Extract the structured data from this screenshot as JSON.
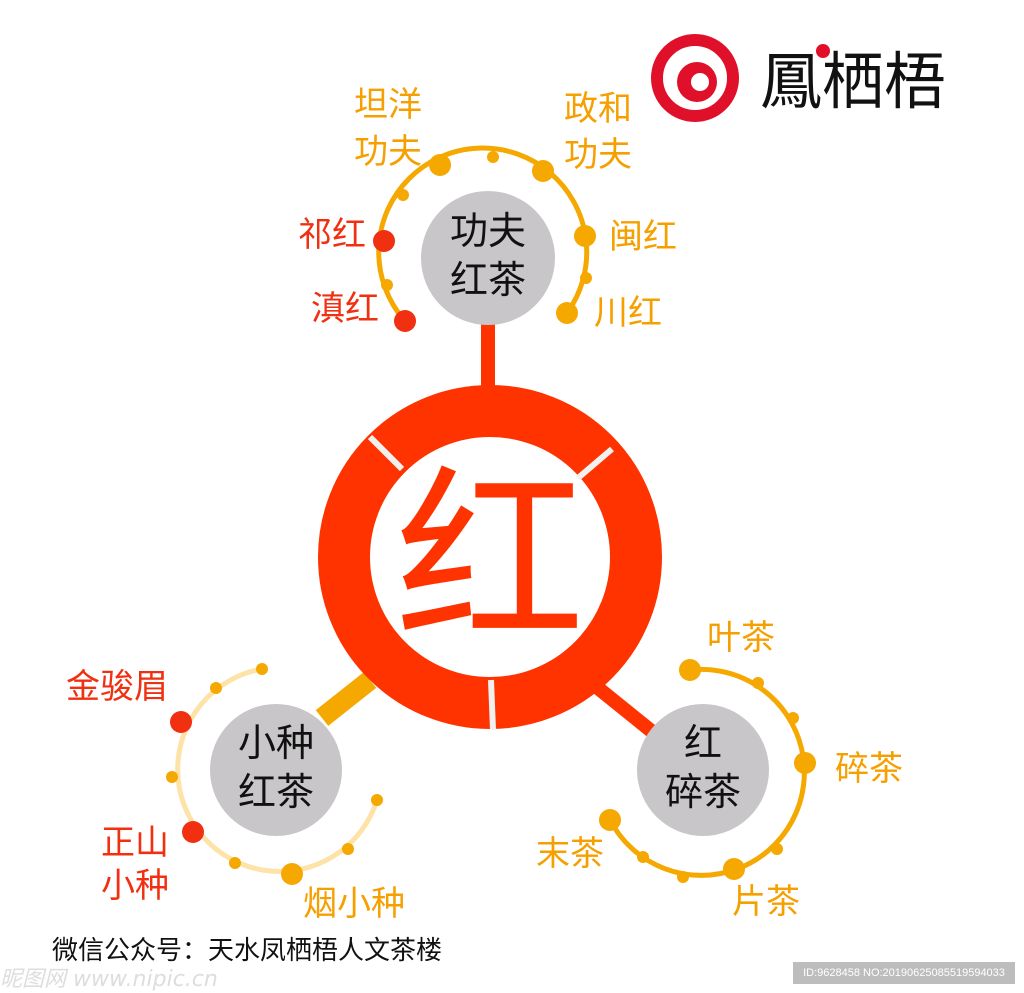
{
  "colors": {
    "red": "#ff3300",
    "orange": "#f5a800",
    "pale_orange": "#fde3a8",
    "node_gray": "#c8c6c8"
  },
  "logo": {
    "text": "鳳栖梧"
  },
  "center": {
    "label": "红"
  },
  "nodes": {
    "top": {
      "line1": "功夫",
      "line2": "红茶",
      "items": [
        "坦洋功夫",
        "政和功夫",
        "祁红",
        "闽红",
        "滇红",
        "川红"
      ]
    },
    "left": {
      "line1": "小种",
      "line2": "红茶",
      "items": [
        "金骏眉",
        "正山小种",
        "烟小种"
      ]
    },
    "right": {
      "line1": "红",
      "line2": "碎茶",
      "items": [
        "叶茶",
        "碎茶",
        "片茶",
        "末茶"
      ]
    }
  },
  "labels": {
    "tanyang": [
      "坦洋",
      "功夫"
    ],
    "zhenghe": [
      "政和",
      "功夫"
    ],
    "qihong": "祁红",
    "minhong": "闽红",
    "dianhong": "滇红",
    "chuanhong": "川红",
    "jinjunmei": "金骏眉",
    "zhengshan": [
      "正山",
      "小种"
    ],
    "yanxiaozhong": "烟小种",
    "yecha": "叶茶",
    "suicha": "碎茶",
    "piancha": "片茶",
    "mocha": "末茶"
  },
  "footer": "微信公众号：天水凤栖梧人文茶楼",
  "watermark": "昵图网 www.nipic.cn",
  "image_id": "ID:9628458 NO:20190625085519594033"
}
